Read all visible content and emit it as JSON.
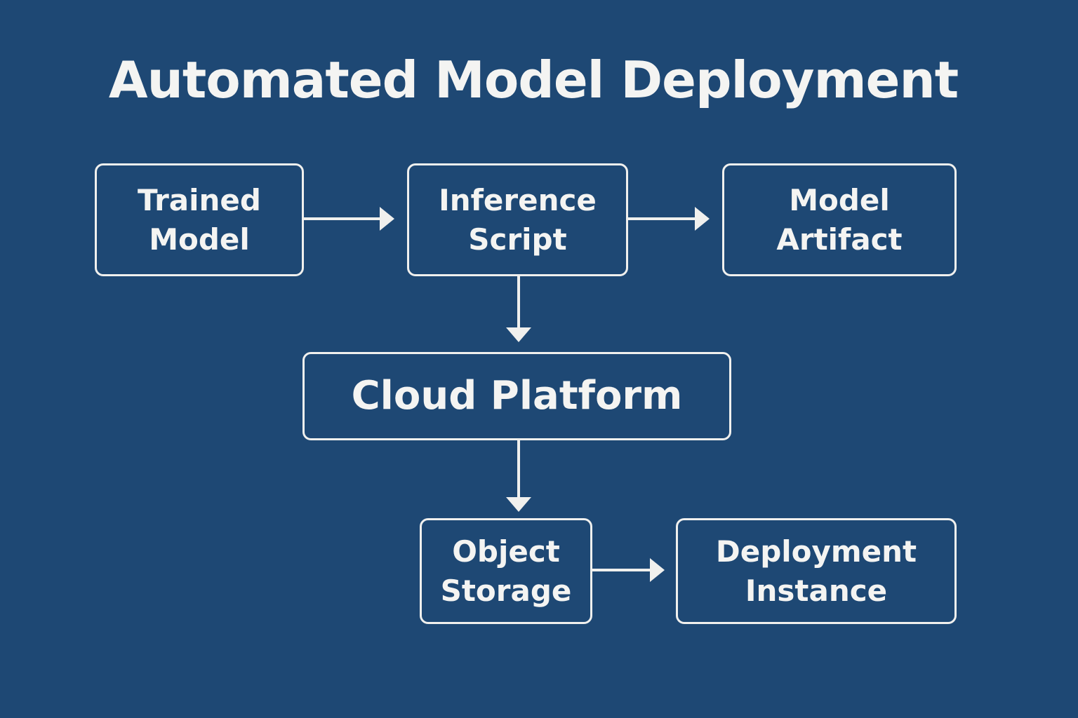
{
  "diagram": {
    "title": "Automated Model Deployment",
    "nodes": {
      "trained_model": [
        "Trained",
        "Model"
      ],
      "inference_script": [
        "Inference",
        "Script"
      ],
      "model_artifact": [
        "Model",
        "Artifact"
      ],
      "cloud_platform": [
        "Cloud Platform"
      ],
      "object_storage": [
        "Object",
        "Storage"
      ],
      "deployment_instance": [
        "Deployment",
        "Instance"
      ]
    },
    "edges": [
      {
        "from": "trained_model",
        "to": "inference_script"
      },
      {
        "from": "inference_script",
        "to": "model_artifact"
      },
      {
        "from": "inference_script",
        "to": "cloud_platform"
      },
      {
        "from": "cloud_platform",
        "to": "object_storage"
      },
      {
        "from": "object_storage",
        "to": "deployment_instance"
      }
    ]
  },
  "colors": {
    "background": "#1e4874",
    "foreground": "#f0f0ee"
  }
}
